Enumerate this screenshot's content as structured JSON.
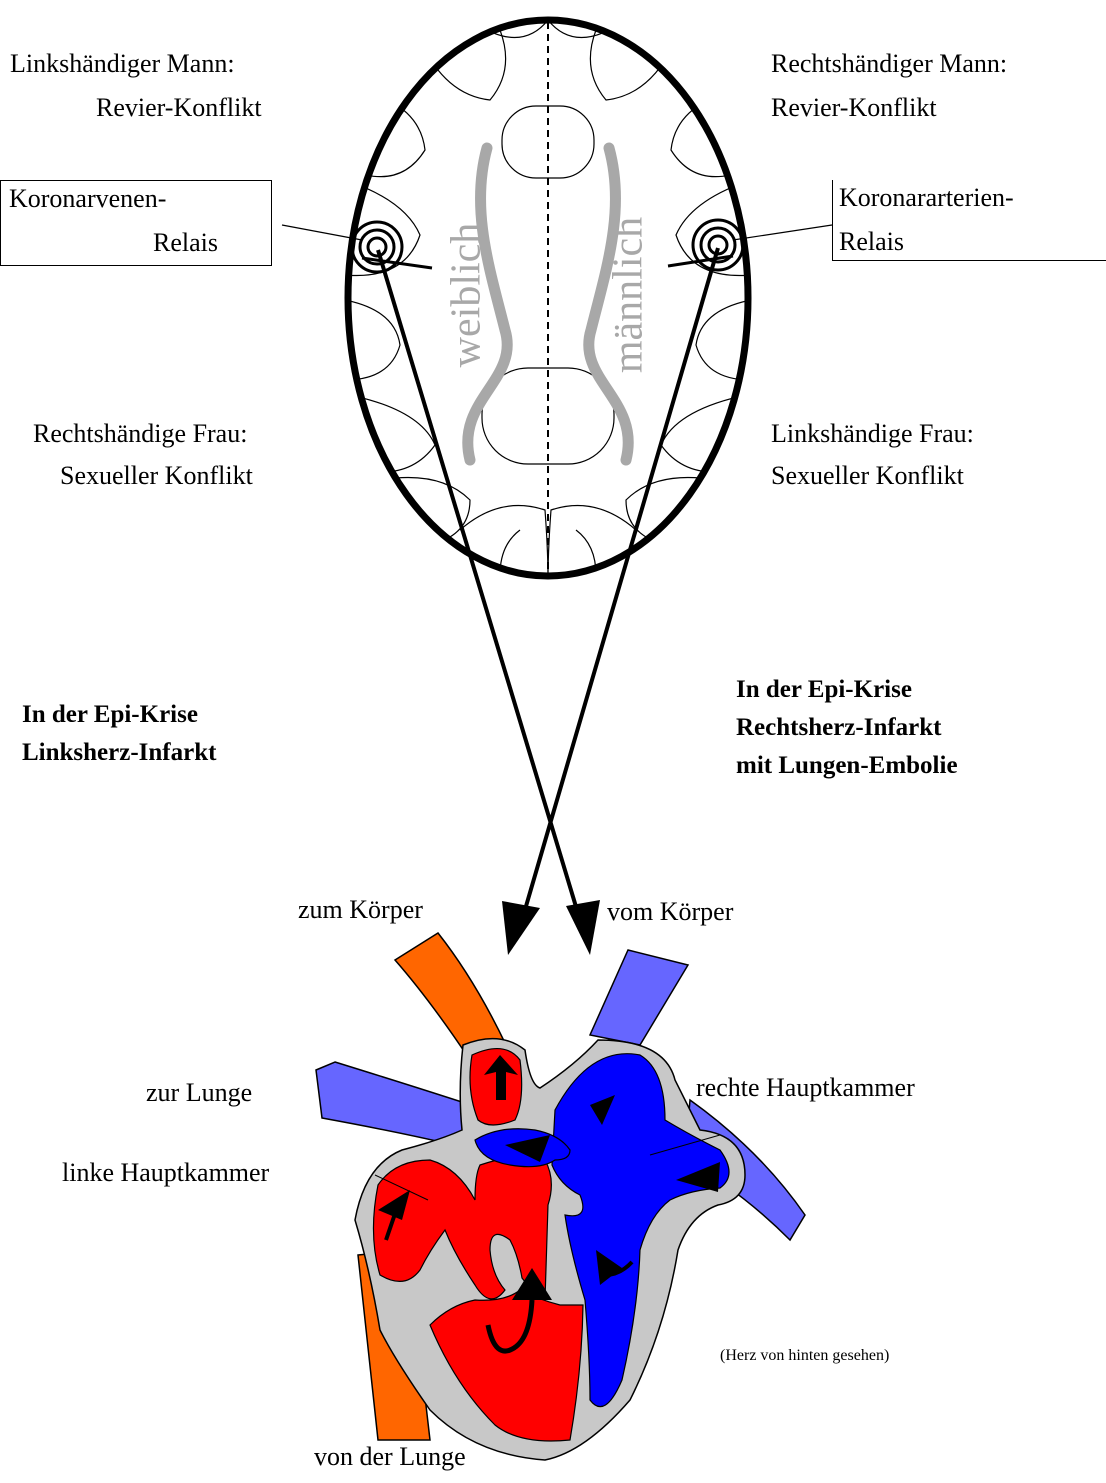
{
  "brain": {
    "upper_left": [
      "Linkshändiger Mann:",
      "Revier-Konflikt"
    ],
    "upper_right": [
      "Rechtshändiger Mann:",
      "Revier-Konflikt"
    ],
    "lower_left": [
      "Rechtshändige Frau:",
      "Sexueller Konflikt"
    ],
    "lower_right": [
      "Linkshändige Frau:",
      "Sexueller Konflikt"
    ],
    "relay_left": [
      "Koronarvenen-",
      "Relais"
    ],
    "relay_right": [
      "Koronararterien-",
      "Relais"
    ],
    "hemisphere_left": "weiblich",
    "hemisphere_right": "männlich"
  },
  "crisis": {
    "left": [
      "In der Epi-Krise",
      "Linksherz-Infarkt"
    ],
    "right": [
      "In der Epi-Krise",
      "Rechtsherz-Infarkt",
      "mit Lungen-Embolie"
    ]
  },
  "heart": {
    "to_body": "zum Körper",
    "from_body": "vom Körper",
    "to_lung": "zur Lunge",
    "right_chamber": "rechte Hauptkammer",
    "left_chamber": "linke Hauptkammer",
    "from_lung": "von der Lunge",
    "note": "(Herz von hinten gesehen)"
  },
  "colors": {
    "red": "#ff0000",
    "blue": "#0000ff",
    "light_blue": "#6666ff",
    "orange": "#ff6600",
    "gray": "#c8c8c8",
    "hemisphere_gray": "#a8a8a8"
  }
}
